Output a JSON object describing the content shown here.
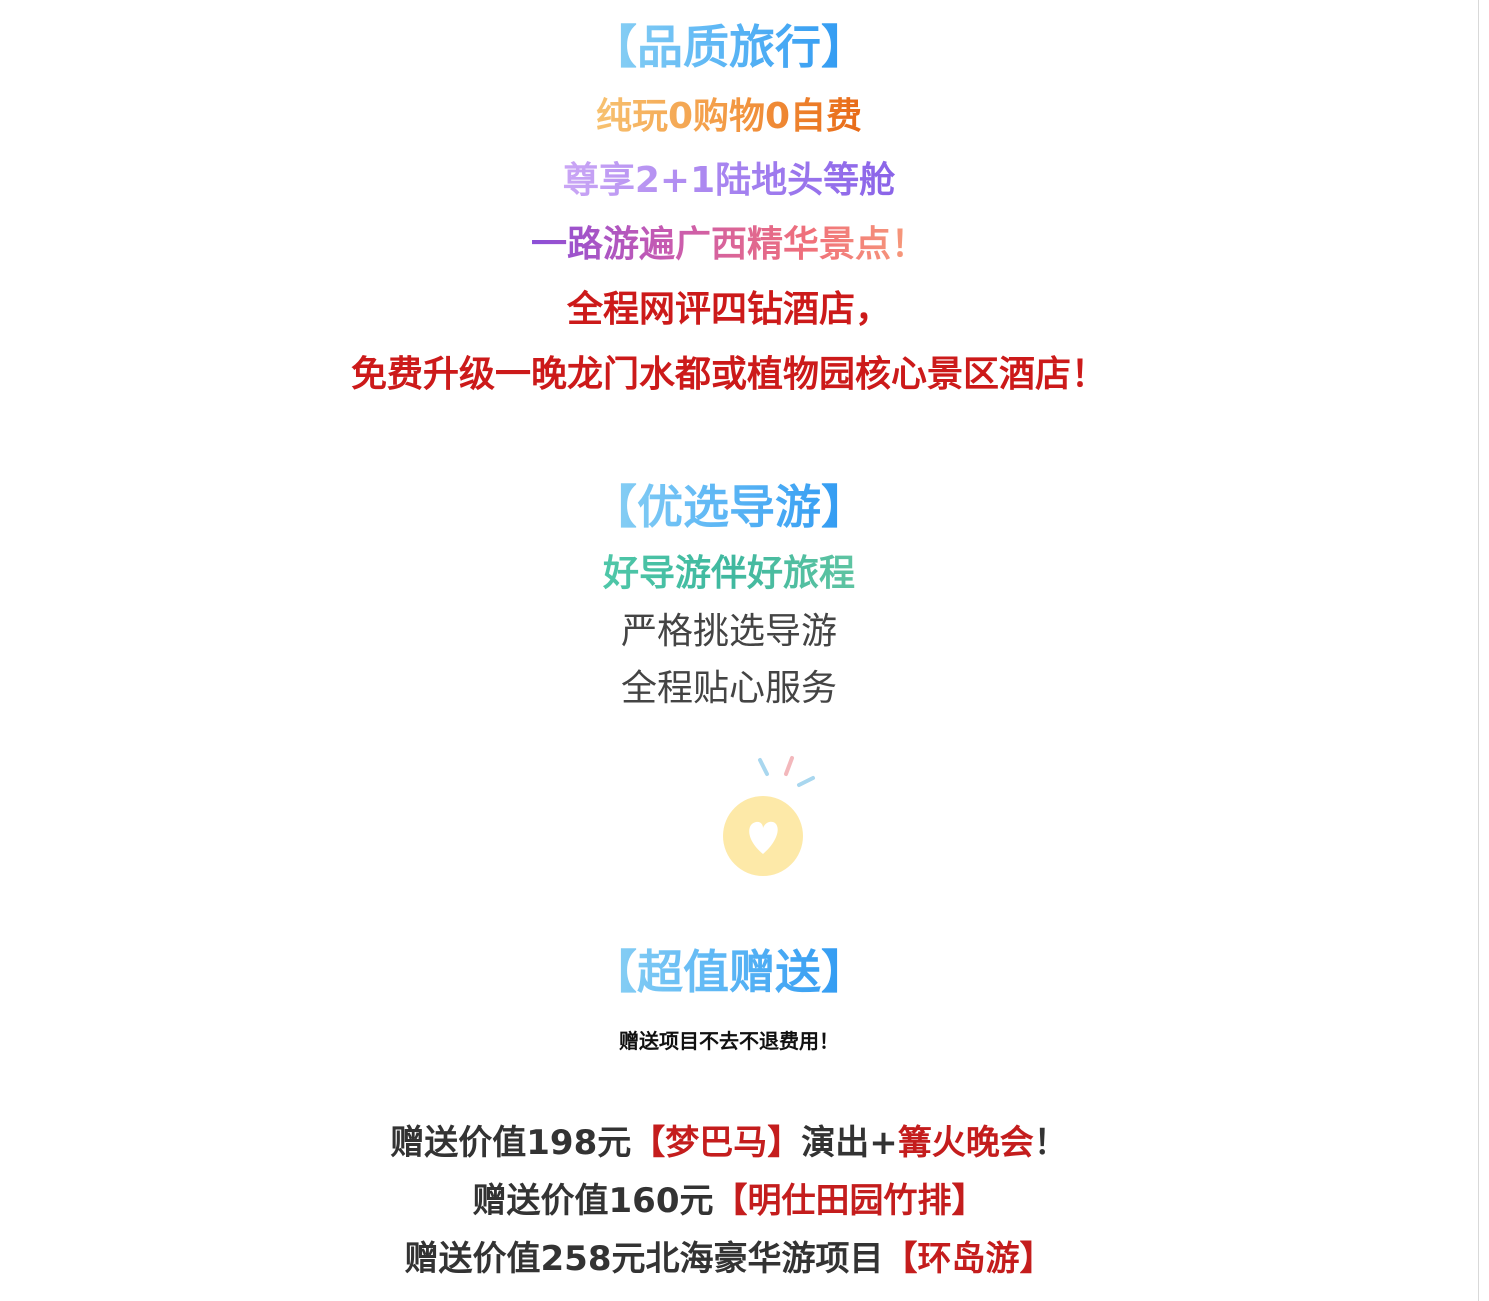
{
  "quality": {
    "heading": "【品质旅行】",
    "line1": "纯玩0购物0自费",
    "line2": "尊享2+1陆地头等舱",
    "line3": "一路游遍广西精华景点！",
    "line4": "全程网评四钻酒店，",
    "line5": "免费升级一晚龙门水都或植物园核心景区酒店！"
  },
  "guide": {
    "heading": "【优选导游】",
    "line1": "好导游伴好旅程",
    "line2": "严格挑选导游",
    "line3": "全程贴心服务"
  },
  "emblem_icon": "heart-badge-icon",
  "gifts": {
    "heading": "【超值赠送】",
    "note": "赠送项目不去不退费用！",
    "items": [
      {
        "prefix": "赠送价值198元",
        "highlight": "【梦巴马】",
        "middle": "演出+",
        "highlight2": "篝火晚会",
        "suffix": "！"
      },
      {
        "prefix": "赠送价值160元",
        "highlight": "【明仕田园竹排】"
      },
      {
        "prefix": "赠送价值258元北海豪华游项目",
        "highlight": "【环岛游】"
      }
    ]
  },
  "colors": {
    "heading_blue": "#2a96f2",
    "orange": "#e86a17",
    "purple": "#8a63e8",
    "teal": "#3fb89f",
    "red": "#cc1a1a",
    "emblem_yellow": "#fde9a8"
  }
}
